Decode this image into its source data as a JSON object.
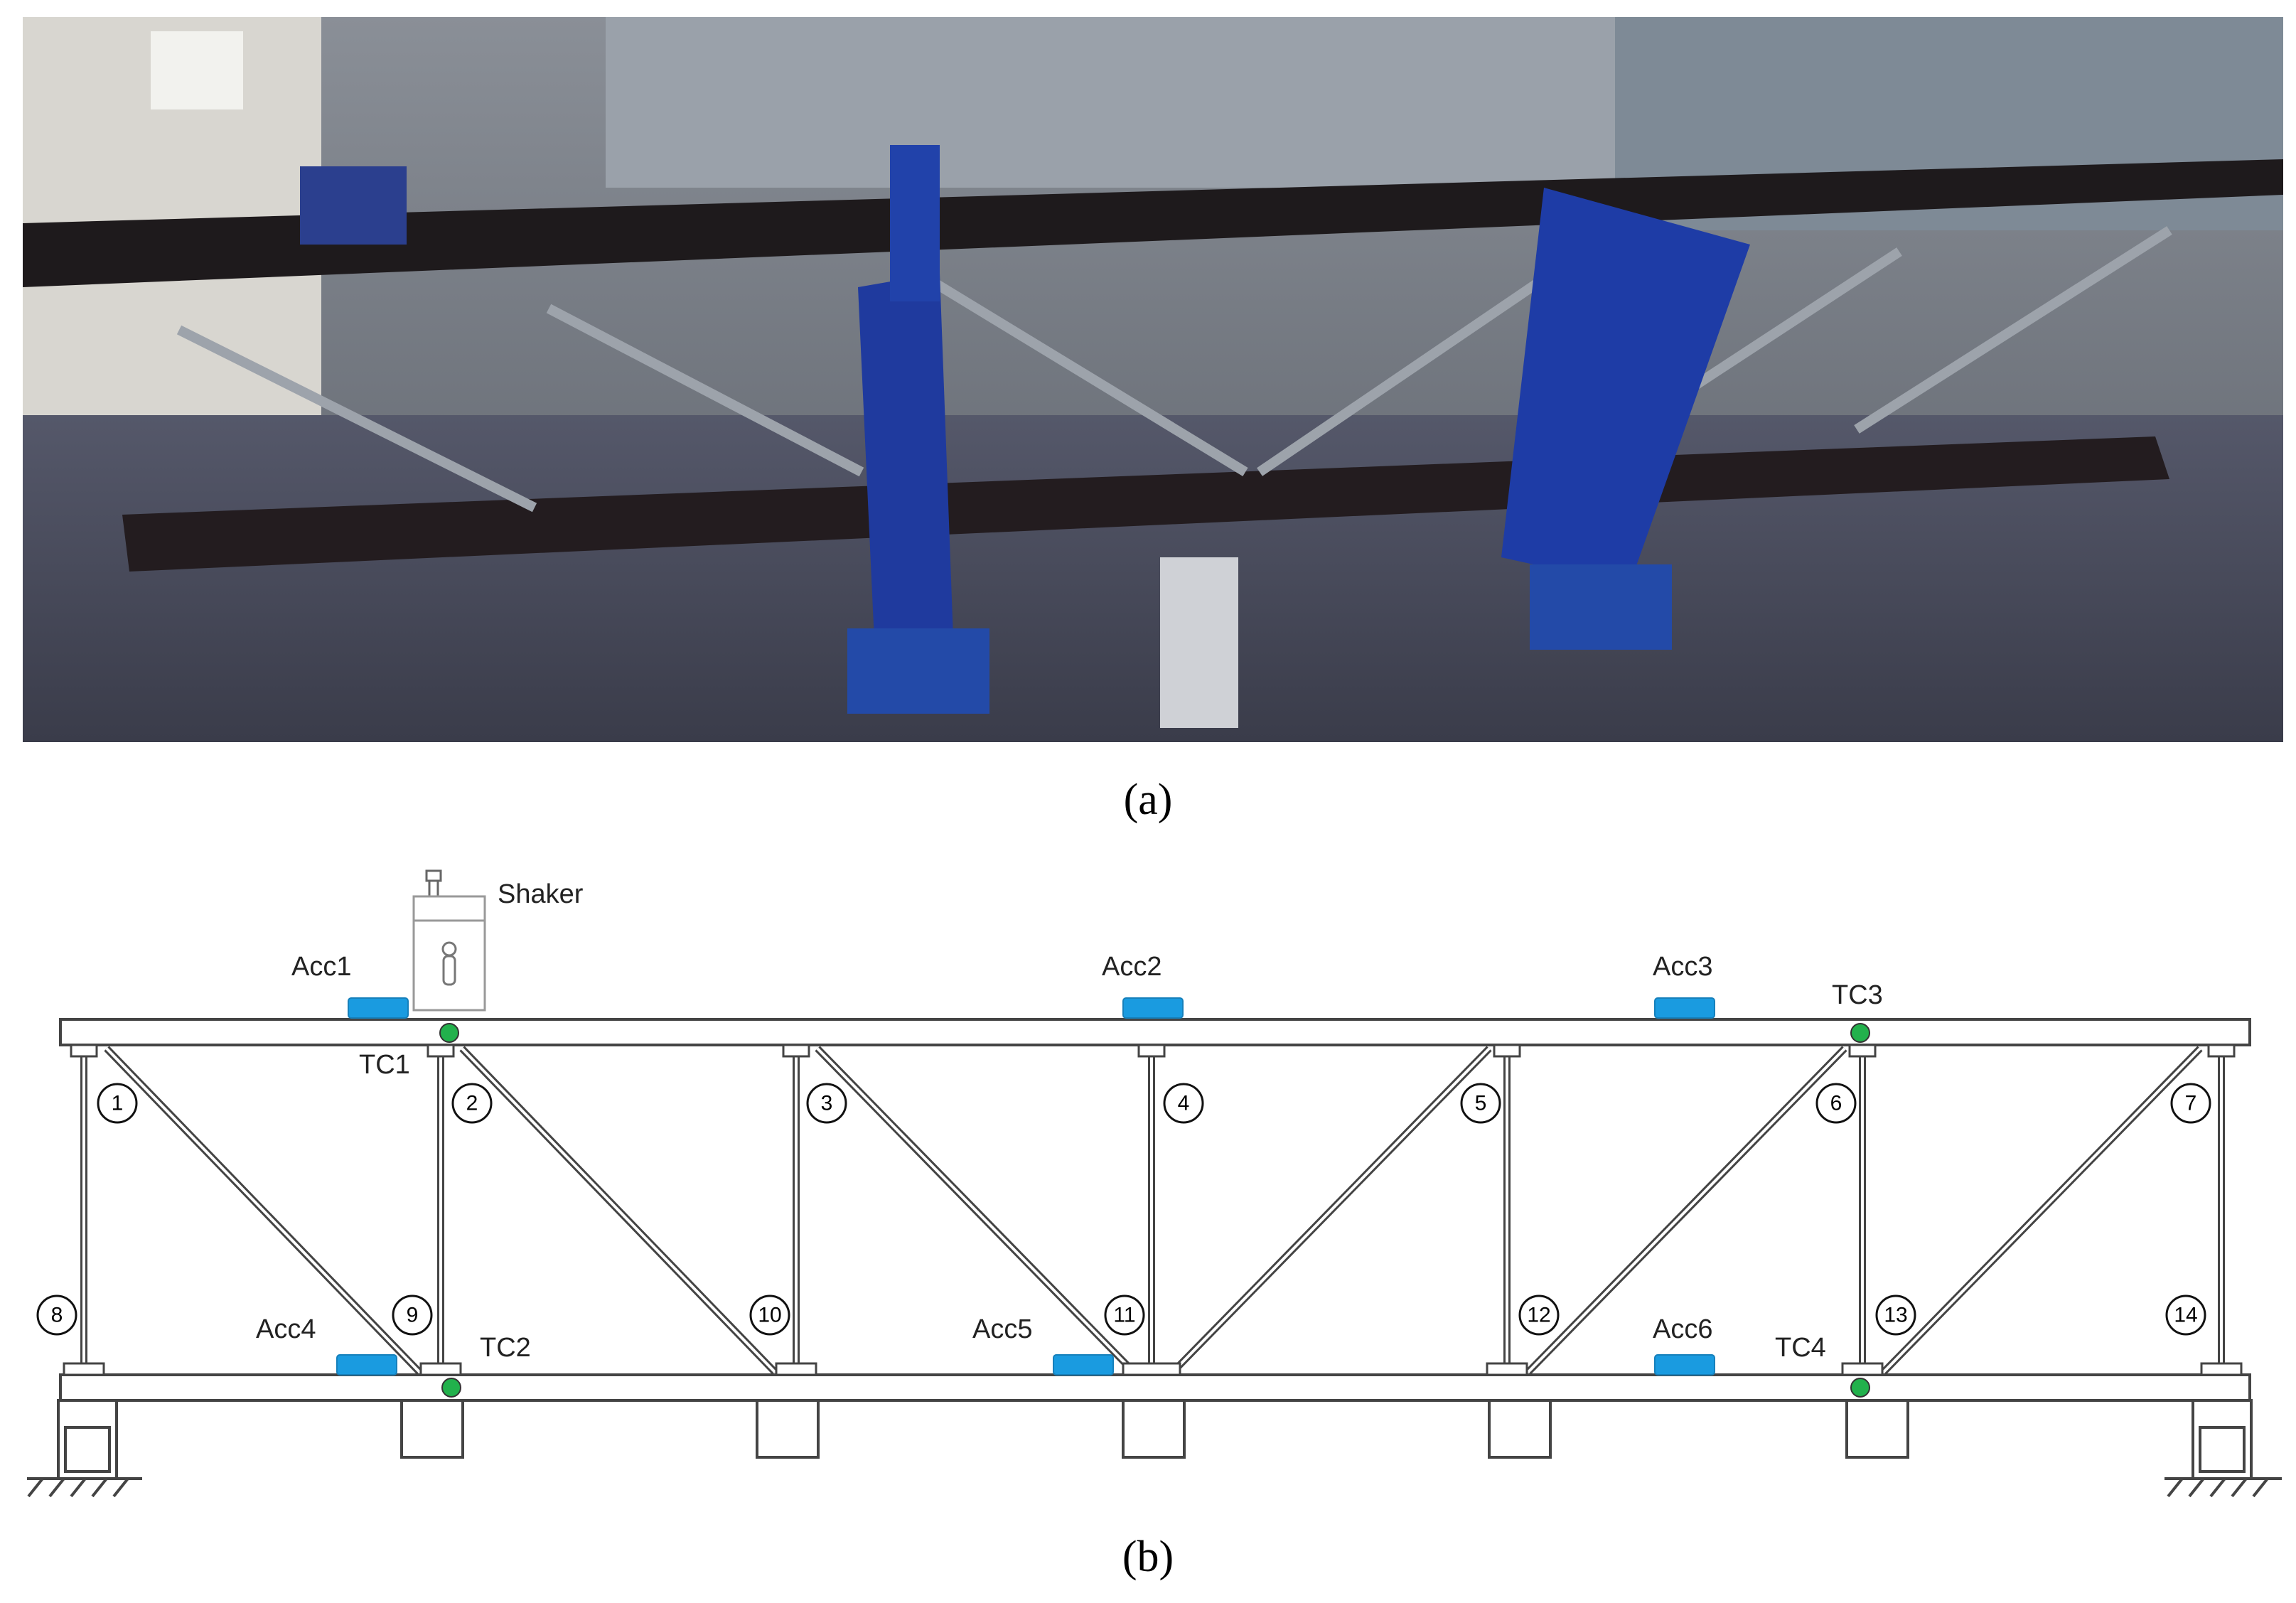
{
  "captions": {
    "a": "(a)",
    "b": "(b)"
  },
  "colors": {
    "accelerometer": "#1a9be0",
    "thermocouple": "#22b14c"
  },
  "labels": {
    "shaker": "Shaker",
    "acc": [
      "Acc1",
      "Acc2",
      "Acc3",
      "Acc4",
      "Acc5",
      "Acc6"
    ],
    "tc": [
      "TC1",
      "TC2",
      "TC3",
      "TC4"
    ],
    "members": [
      "1",
      "2",
      "3",
      "4",
      "5",
      "6",
      "7",
      "8",
      "9",
      "10",
      "11",
      "12",
      "13",
      "14"
    ]
  }
}
